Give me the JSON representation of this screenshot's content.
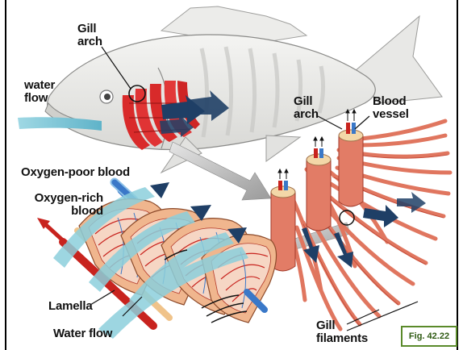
{
  "labels": {
    "gill_arch_fish_line1": "Gill",
    "gill_arch_fish_line2": "arch",
    "water_flow_line1": "water",
    "water_flow_line2": "flow",
    "gill_arch_detail_line1": "Gill",
    "gill_arch_detail_line2": "arch",
    "blood_vessel_line1": "Blood",
    "blood_vessel_line2": "vessel",
    "oxygen_poor_blood": "Oxygen-poor blood",
    "oxygen_rich_line1": "Oxygen-rich",
    "oxygen_rich_line2": "blood",
    "lamella": "Lamella",
    "water_flow_bottom": "Water flow",
    "gill_filaments_line1": "Gill",
    "gill_filaments_line2": "filaments"
  },
  "figure_tag": "Fig. 42.22",
  "colors": {
    "oxygen_poor": "#3a78c8",
    "oxygen_rich": "#c8231e",
    "water": "#7fc6d6",
    "flow_arrow": "#1f3f66",
    "filament": "#e07860",
    "fig_border": "#5a8a2a"
  }
}
